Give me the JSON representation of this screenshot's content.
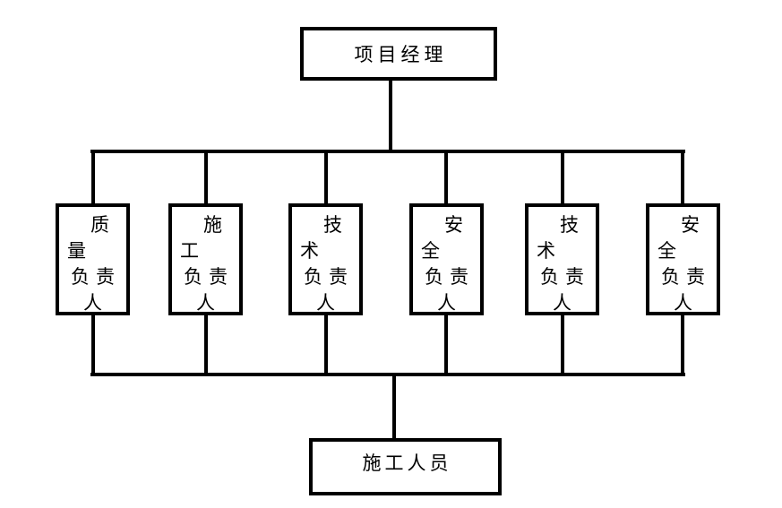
{
  "diagram": {
    "type": "org-chart",
    "colors": {
      "line": "#000000",
      "background": "#ffffff",
      "text": "#000000"
    },
    "top_box": {
      "label": "项目经理"
    },
    "middle_boxes": [
      {
        "label": "质量负责人",
        "lines": [
          "质",
          "量",
          "负责",
          "人"
        ]
      },
      {
        "label": "施工负责人",
        "lines": [
          "施",
          "工",
          "负责",
          "人"
        ]
      },
      {
        "label": "技术负责人",
        "lines": [
          "技",
          "术",
          "负责",
          "人"
        ]
      },
      {
        "label": "安全负责人",
        "lines": [
          "安",
          "全",
          "负责",
          "人"
        ]
      },
      {
        "label": "技术负责人",
        "lines": [
          "技",
          "术",
          "负责",
          "人"
        ]
      },
      {
        "label": "安全负责人",
        "lines": [
          "安",
          "全",
          "负责",
          "人"
        ]
      }
    ],
    "bottom_box": {
      "label": "施工人员"
    }
  }
}
